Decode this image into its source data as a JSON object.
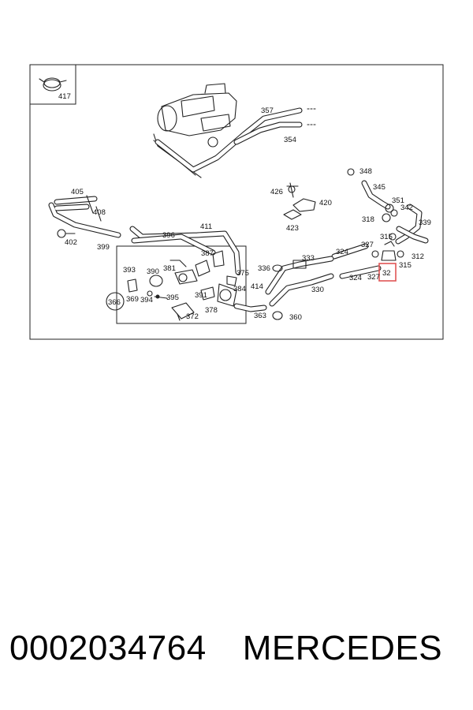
{
  "diagram": {
    "callouts": [
      "417",
      "357",
      "354",
      "405",
      "408",
      "402",
      "399",
      "396",
      "411",
      "426",
      "420",
      "423",
      "348",
      "345",
      "351",
      "342",
      "318",
      "339",
      "315",
      "327",
      "312",
      "324",
      "333",
      "336",
      "330",
      "360",
      "363",
      "414",
      "375",
      "384",
      "387",
      "378",
      "391",
      "393",
      "390",
      "381",
      "366",
      "369",
      "394",
      "395",
      "372",
      "32"
    ],
    "highlight_color": "#e05555",
    "highlighted_callout": "32"
  },
  "caption": {
    "part_number": "0002034764",
    "brand": "MERCEDES"
  }
}
